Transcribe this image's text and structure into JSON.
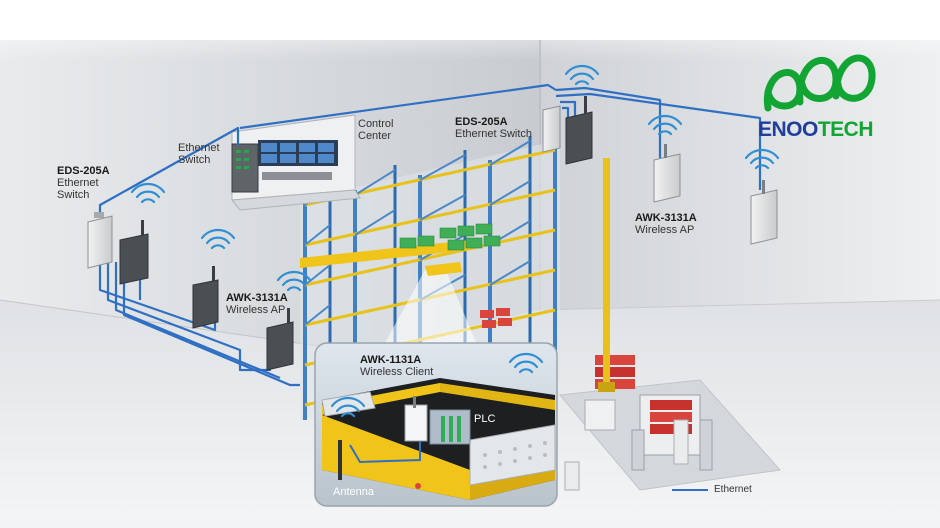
{
  "logo": {
    "text_blue": "ENOO",
    "text_green": "TECH",
    "color_blue": "#1f3f9c",
    "color_green": "#13a534"
  },
  "labels": {
    "eds_left": {
      "model": "EDS-205A",
      "line1": "Ethernet",
      "line2": "Switch"
    },
    "switch_top": {
      "line1": "Ethernet",
      "line2": "Switch"
    },
    "control_center": {
      "line1": "Control",
      "line2": "Center"
    },
    "eds_right": {
      "model": "EDS-205A",
      "line2": "Ethernet Switch"
    },
    "awk3131_left": {
      "model": "AWK-3131A",
      "line2": "Wireless AP"
    },
    "awk3131_right": {
      "model": "AWK-3131A",
      "line2": "Wireless AP"
    },
    "awk1131": {
      "model": "AWK-1131A",
      "line2": "Wireless Client"
    },
    "plc": "PLC",
    "antenna": "Antenna"
  },
  "legend": {
    "label": "Ethernet",
    "color": "#2f6fc4"
  },
  "colors": {
    "rack_blue": "#3f7fc2",
    "rack_yellow": "#e8c21b",
    "cable_blue": "#2f6fc4",
    "agv_yellow": "#f0c419",
    "wall": "#d5d8db",
    "floor": "#e6e8ea"
  }
}
